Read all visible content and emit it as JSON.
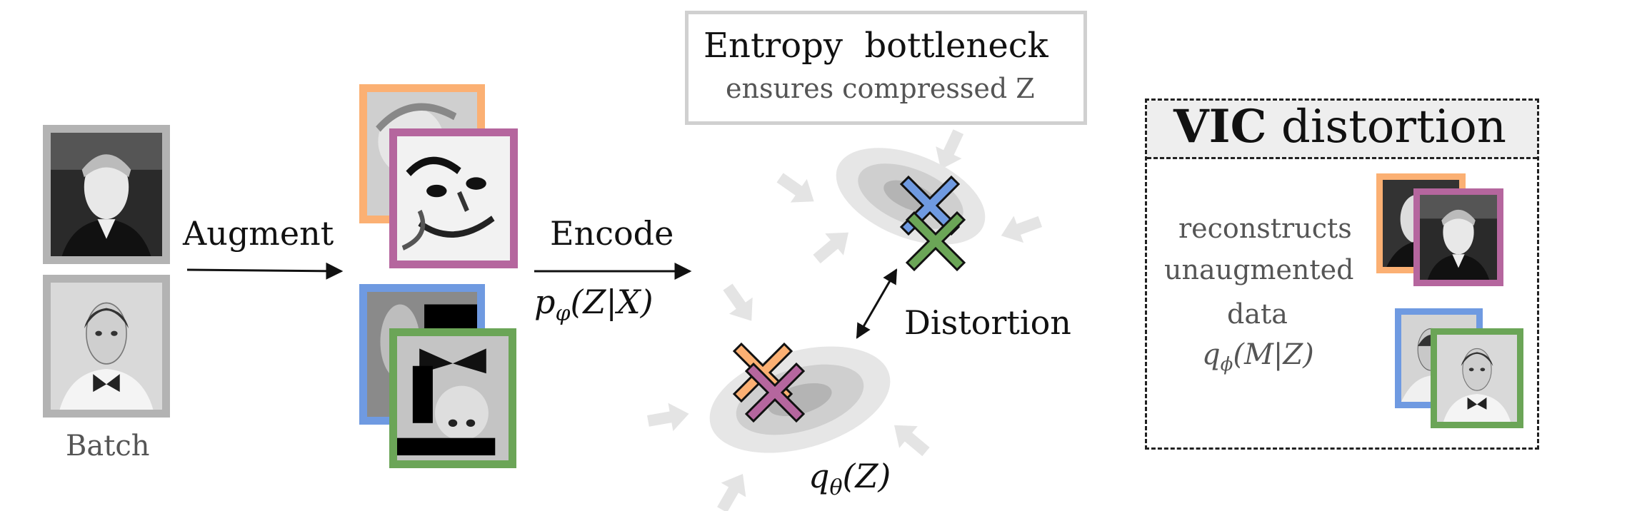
{
  "labels": {
    "batch": "Batch",
    "augment": "Augment",
    "encode": "Encode",
    "encoder_p": "p",
    "encoder_sub": "φ",
    "encoder_args": "(Z|X)",
    "entropy_title": "Entropy  bottleneck",
    "entropy_sub": "ensures compressed Z",
    "distortion": "Distortion",
    "prior_q": "q",
    "prior_sub": "θ",
    "prior_args": "(Z)",
    "vic_bold": "VIC",
    "vic_rest": " distortion",
    "vic_line1": "reconstructs",
    "vic_line2": "unaugmented",
    "vic_line3": "data",
    "vic_q": "q",
    "vic_sub": "ϕ",
    "vic_args": "(M|Z)"
  },
  "colors": {
    "orange": "#fbb073",
    "purple": "#b5669e",
    "blue": "#6f9ae1",
    "green": "#6ba557",
    "grey_frame": "#b3b3b3",
    "arrow_light": "#e4e4e4",
    "ellipse_outer": "#e6e6e6",
    "ellipse_mid": "#cfcfcf",
    "ellipse_inner": "#b4b4b4"
  },
  "icons": [
    "portrait-photo",
    "cross-marker",
    "double-headed-arrow",
    "compression-arrow"
  ]
}
